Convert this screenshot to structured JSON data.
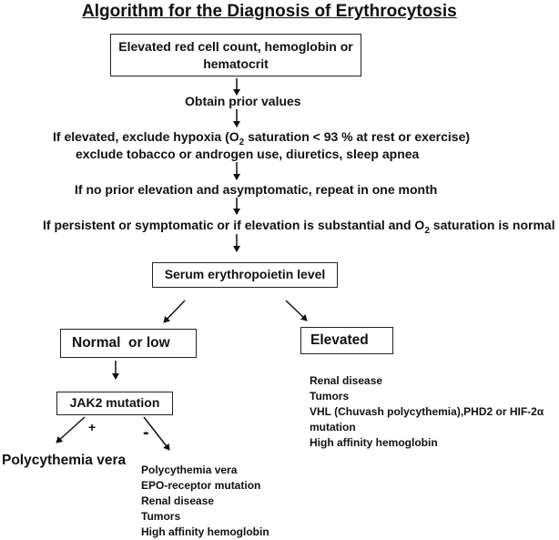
{
  "title": "Algorithm for the Diagnosis of Erythrocytosis",
  "box_top": {
    "line1": "Elevated red cell count, hemoglobin or",
    "line2": "hematocrit"
  },
  "steps": {
    "obtain": "Obtain prior values",
    "elevated_pre": "If elevated, exclude hypoxia (O",
    "elevated_sub": "2",
    "elevated_post": " saturation < 93 % at rest or exercise)",
    "exclude": "exclude tobacco or androgen use, diuretics, sleep apnea",
    "no_prior": "If no prior elevation and asymptomatic, repeat in one month",
    "persistent_pre": "If persistent or symptomatic or if elevation is substantial and O",
    "persistent_sub": "2",
    "persistent_post": " saturation is normal"
  },
  "epo_box": "Serum erythropoietin level",
  "normal_box": "Normal  or low",
  "elevated_box": "Elevated",
  "elevated_causes": [
    "Renal disease",
    "Tumors",
    "VHL (Chuvash polycythemia),PHD2 or HIF-2α",
    "mutation",
    "High affinity hemoglobin"
  ],
  "jak2_box": "JAK2 mutation",
  "plus_sign": "+",
  "minus_sign": "-",
  "pv_result": "Polycythemia vera",
  "negative_causes": [
    "Polycythemia vera",
    "EPO-receptor mutation",
    "Renal disease",
    "Tumors",
    "High affinity hemoglobin"
  ]
}
